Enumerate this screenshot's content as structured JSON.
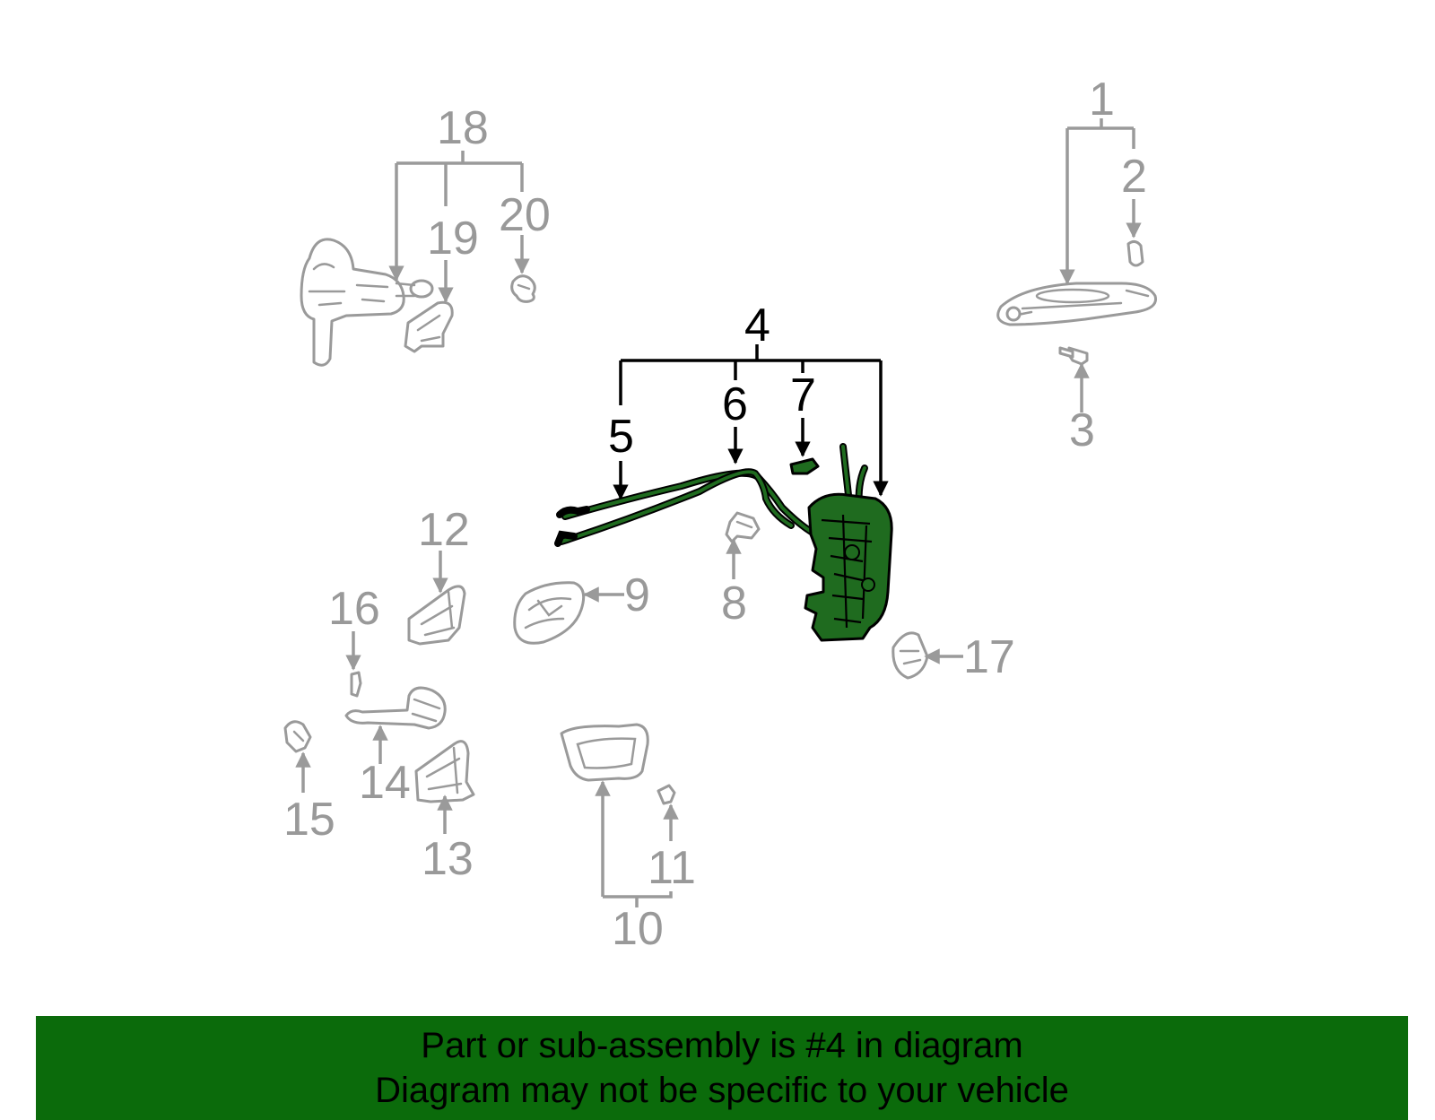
{
  "colors": {
    "highlight_fill": "#1f6b1f",
    "inactive_part": "#9a9a9a",
    "banner_background": "#0b6b0b",
    "banner_text": "#000000"
  },
  "callouts": {
    "c1": "1",
    "c2": "2",
    "c3": "3",
    "c4": "4",
    "c5": "5",
    "c6": "6",
    "c7": "7",
    "c8": "8",
    "c9": "9",
    "c10": "10",
    "c11": "11",
    "c12": "12",
    "c13": "13",
    "c14": "14",
    "c15": "15",
    "c16": "16",
    "c17": "17",
    "c18": "18",
    "c19": "19",
    "c20": "20"
  },
  "highlighted_callout": "4",
  "banner": {
    "line1": "Part or sub-assembly is #4 in diagram",
    "line2": "Diagram may not be specific to your vehicle"
  }
}
